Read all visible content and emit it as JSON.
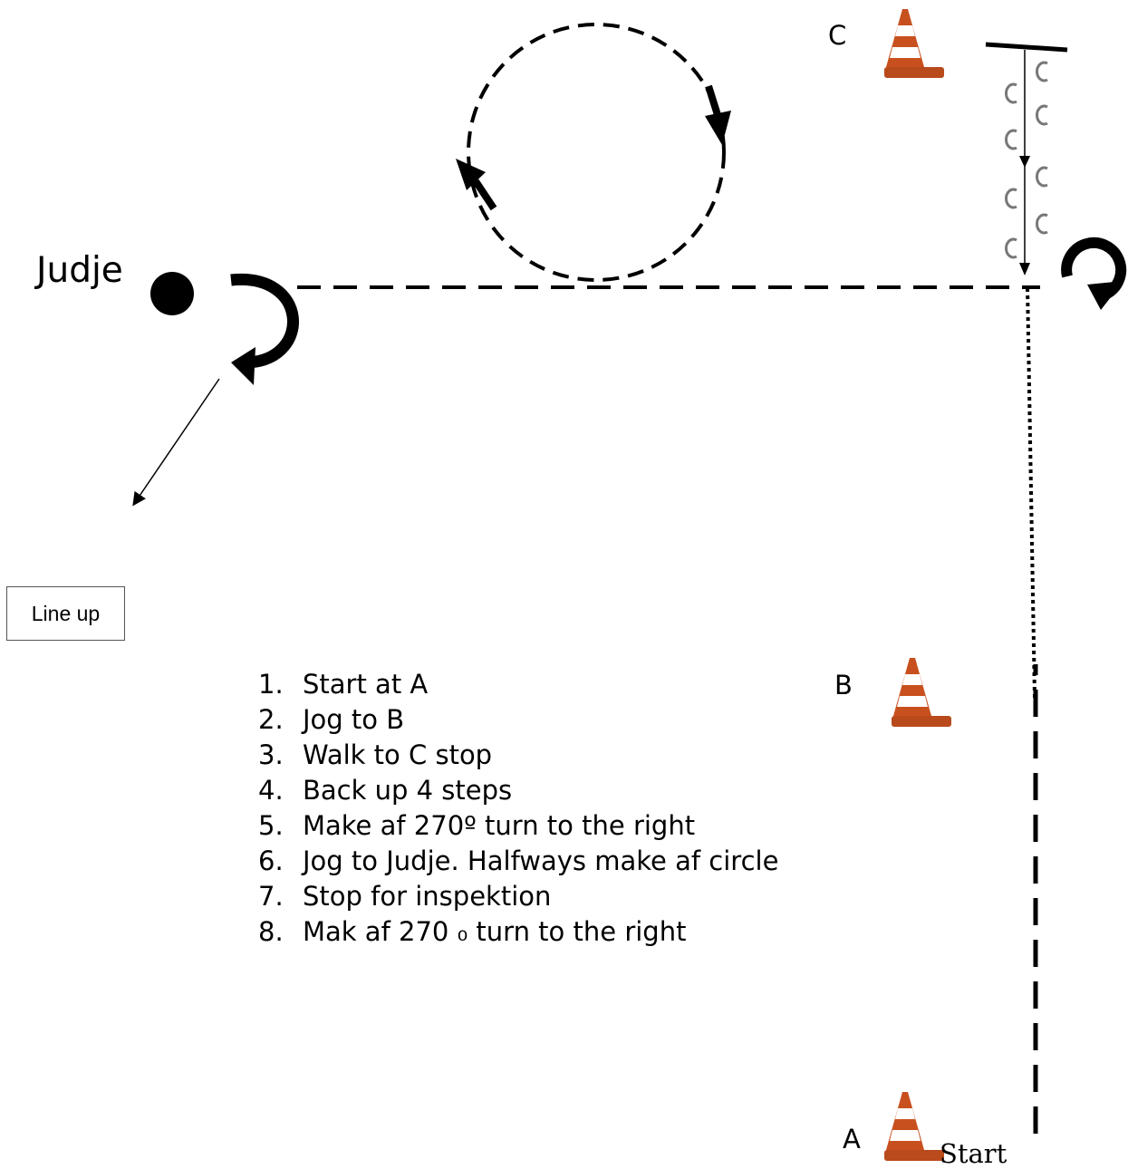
{
  "labels": {
    "judge": "Judje",
    "cone_a": "A",
    "cone_b": "B",
    "cone_c": "C",
    "start": "Start",
    "line_up": "Line up"
  },
  "steps": [
    {
      "num": "1.",
      "text": "Start at A"
    },
    {
      "num": "2.",
      "text": "Jog to B"
    },
    {
      "num": "3.",
      "text": "Walk to C stop"
    },
    {
      "num": "4.",
      "text": "Back up 4 steps"
    },
    {
      "num": "5.",
      "text": "Make af 270º turn to the right"
    },
    {
      "num": "6.",
      "text": "Jog to Judje. Halfways make af circle"
    },
    {
      "num": "7.",
      "text": "Stop for inspektion"
    },
    {
      "num": "8.",
      "text": "Mak af 270 ₀ turn to the right"
    }
  ],
  "icons": [
    "traffic-cone-icon",
    "horseshoe-icon",
    "judge-dot-icon",
    "turn-arrow-icon"
  ],
  "colors": {
    "cone_orange": "#c8501e",
    "cone_stripe": "#ffffff",
    "line": "#000000"
  }
}
